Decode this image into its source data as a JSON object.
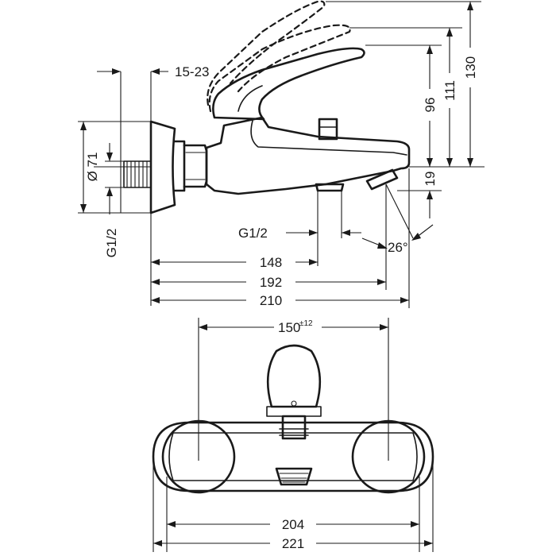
{
  "dimensions": {
    "side": {
      "wall_range": "15-23",
      "diameter": "Ø 71",
      "thread_inlet": "G1/2",
      "thread_outlet": "G1/2",
      "length_148": "148",
      "length_192": "192",
      "length_210": "210",
      "height_96": "96",
      "height_111": "111",
      "height_130": "130",
      "height_19": "19",
      "angle": "26°"
    },
    "front": {
      "centers": "150",
      "centers_tolerance": "±12",
      "width_204": "204",
      "width_221": "221"
    }
  }
}
